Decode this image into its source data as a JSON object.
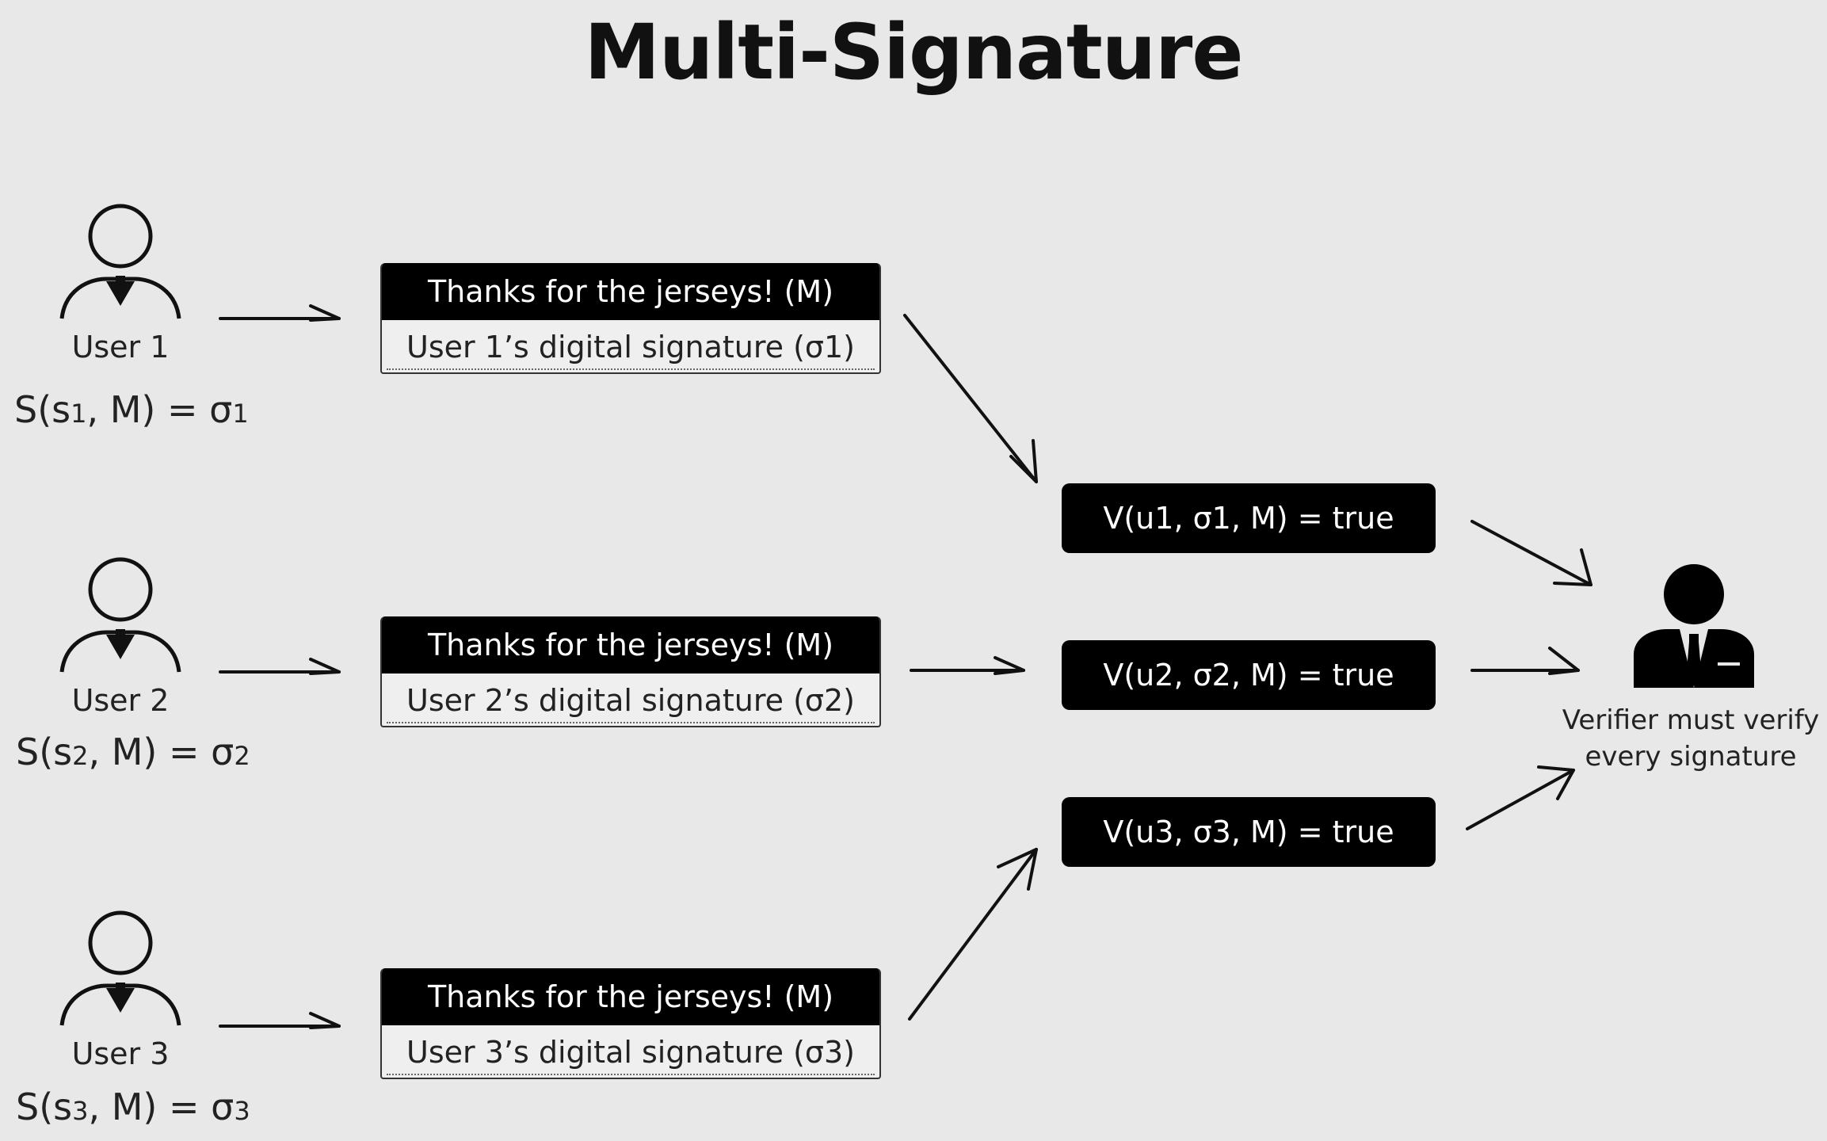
{
  "title": "Multi-Signature",
  "users": [
    {
      "label": "User 1",
      "formula_main": "S(s",
      "formula_sub": "1",
      "formula_rest": ", M) = σ",
      "formula_result_sub": "1",
      "message": "Thanks for the jerseys! (M)",
      "signature": "User 1’s digital signature (σ1)"
    },
    {
      "label": "User 2",
      "formula_main": "S(s",
      "formula_sub": "2",
      "formula_rest": ", M) = σ",
      "formula_result_sub": "2",
      "message": "Thanks for the jerseys! (M)",
      "signature": "User 2’s digital signature (σ2)"
    },
    {
      "label": "User 3",
      "formula_main": "S(s",
      "formula_sub": "3",
      "formula_rest": ", M) = σ",
      "formula_result_sub": "3",
      "message": "Thanks for the jerseys! (M)",
      "signature": "User 3’s digital signature (σ3)"
    }
  ],
  "verifications": [
    "V(u1, σ1, M) = true",
    "V(u2, σ2, M) = true",
    "V(u3, σ3, M) = true"
  ],
  "verifier": {
    "line1": "Verifier must verify",
    "line2": "every signature"
  },
  "icons": {
    "user": "user-outline-icon",
    "verifier": "businessman-filled-icon"
  }
}
